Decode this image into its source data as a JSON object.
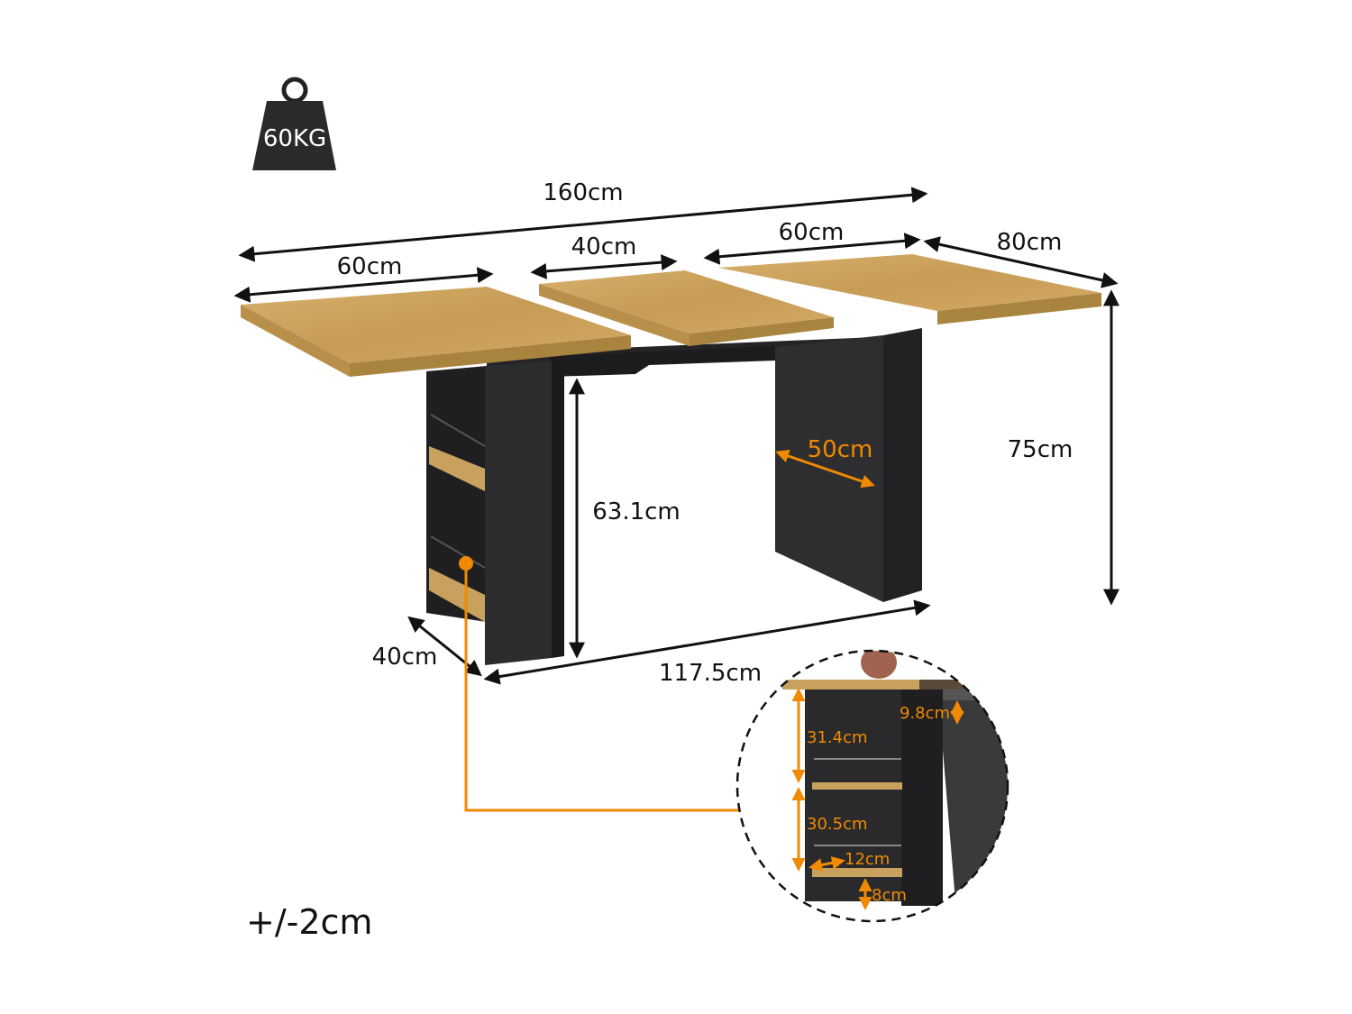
{
  "weight_badge": {
    "text": "60KG",
    "icon": "weight-icon"
  },
  "dimensions": {
    "total_length": "160cm",
    "left_leaf": "60cm",
    "middle_leaf": "40cm",
    "right_leaf": "60cm",
    "width": "80cm",
    "height": "75cm",
    "leg_depth": "50cm",
    "clearance_height": "63.1cm",
    "base_depth": "40cm",
    "base_length": "117.5cm"
  },
  "detail_inset": {
    "upper_shelf": "31.4cm",
    "lower_shelf": "30.5cm",
    "shelf_depth": "12cm",
    "bottom_gap": "8cm",
    "apron": "9.8cm"
  },
  "tolerance": "+/-2cm",
  "colors": {
    "wood": "#c9a15e",
    "body": "#2b2b2d",
    "accent": "#f08a00",
    "arrow": "#111111"
  }
}
